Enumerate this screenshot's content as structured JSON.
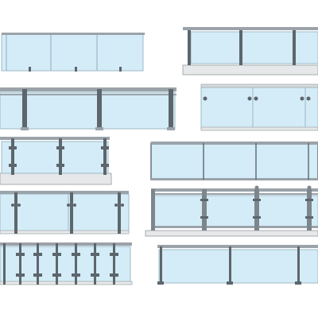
{
  "colors": {
    "glass": "#d3ecf7",
    "glass_edge": "#9fb8c6",
    "metal": "#9aa3a9",
    "metal_dark": "#5d666c",
    "metal_light": "#d4d9dc",
    "base": "#e6e8e9",
    "base_edge": "#a6acaf"
  },
  "railings": [
    {
      "style": "frameless-glass-top-cap",
      "panels": 4
    },
    {
      "style": "glass-with-top-rail-and-posts",
      "panels": 3
    },
    {
      "style": "glass-with-top-rail-and-posts",
      "panels": 4
    },
    {
      "style": "glass-with-point-fixings",
      "panels": 3
    },
    {
      "style": "glass-spigot-clamp",
      "panels": 3
    },
    {
      "style": "framed-glass-panels",
      "panels": 4
    },
    {
      "style": "glass-with-standoff-posts",
      "panels": 3
    },
    {
      "style": "baluster-posts-with-glass",
      "panels": 4
    },
    {
      "style": "multi-post-glass",
      "panels": 7
    },
    {
      "style": "glass-with-slim-posts",
      "panels": 3
    }
  ]
}
